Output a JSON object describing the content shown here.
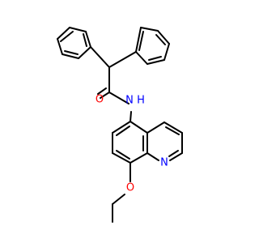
{
  "molecule": {
    "atom_labels": {
      "oxygen_carbonyl": "O",
      "nitrogen_amide": "N",
      "hydrogen_amide": "H",
      "nitrogen_quinoline": "N",
      "oxygen_ether": "O"
    },
    "colors": {
      "oxygen": "#ff0000",
      "nitrogen": "#0000ff",
      "bond": "#000000",
      "background": "#ffffff"
    }
  }
}
